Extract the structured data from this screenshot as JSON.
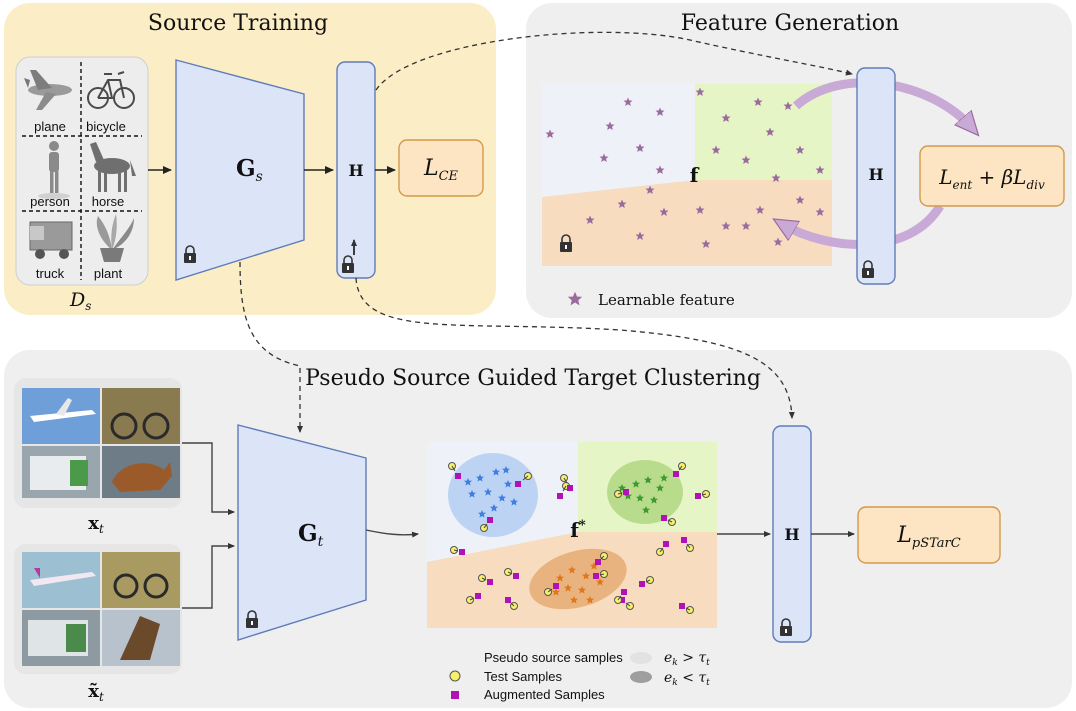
{
  "colors": {
    "source_panel": "#fbeec6",
    "gray_panel": "#efefef",
    "encoder_fill": "#dce5f7",
    "encoder_stroke": "#5f7cb8",
    "loss_fill": "#fde4c2",
    "loss_stroke": "#d39a4a",
    "purple": "#9b6a9f",
    "region_blue": "#eef2f8",
    "region_green": "#e6f5c6",
    "region_orange": "#f7dcc0",
    "cluster_blue": "#bdd3f3",
    "cluster_green": "#b9dc8c",
    "cluster_orange": "#e9b37f",
    "star_blue": "#3f7fe3",
    "star_green": "#3c9a2c",
    "star_orange": "#e0781a",
    "test_sample": "#f7f06a",
    "augmented_sample": "#b012b8"
  },
  "source": {
    "title": "Source Training",
    "class_labels": [
      "plane",
      "bicycle",
      "person",
      "horse",
      "truck",
      "plant"
    ],
    "dataset_label": "D",
    "dataset_sub": "s",
    "encoder_label": "G",
    "encoder_sub": "s",
    "head_label": "H",
    "loss_label": "L",
    "loss_sub": "CE"
  },
  "feature_gen": {
    "title": "Feature Generation",
    "feature_label": "f",
    "head_label": "H",
    "loss_label": "L",
    "loss_sub1": "ent",
    "loss_mid": " + βL",
    "loss_sub2": "div",
    "legend_label": "Learnable feature"
  },
  "target": {
    "title": "Pseudo Source Guided Target Clustering",
    "input_label": "x",
    "input_sub": "t",
    "aug_label": "x̃",
    "aug_sub": "t",
    "encoder_label": "G",
    "encoder_sub": "t",
    "feature_label": "f",
    "feature_sup": "*",
    "head_label": "H",
    "loss_label": "L",
    "loss_sub": "pSTarC"
  },
  "legend": {
    "pseudo_source": "Pseudo source samples",
    "test": "Test Samples",
    "augmented": "Augmented Samples",
    "cond_high_a": "e",
    "cond_high_sub": "k",
    "cond_high_op": " > τ",
    "cond_high_sub2": "t",
    "cond_low_a": "e",
    "cond_low_sub": "k",
    "cond_low_op": " < τ",
    "cond_low_sub2": "t"
  }
}
